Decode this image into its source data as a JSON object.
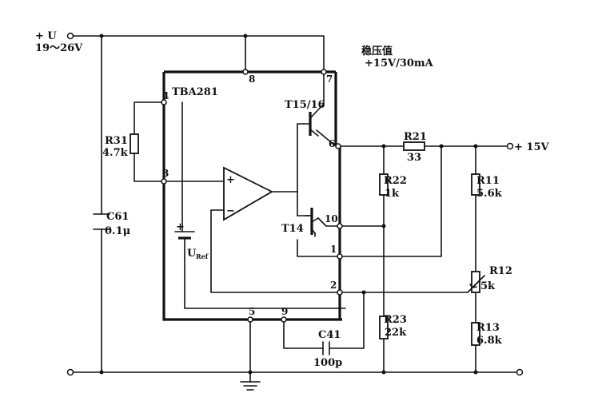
{
  "supply": {
    "label": "+ U",
    "range": "19～26V"
  },
  "regulated": {
    "title": "稳压值",
    "value": "+15V/30mA"
  },
  "output": {
    "label": "+ 15V"
  },
  "ic": {
    "name": "TBA281"
  },
  "pins": [
    "8",
    "7",
    "4",
    "3",
    "6",
    "10",
    "1",
    "2",
    "5",
    "9"
  ],
  "components": {
    "r31": {
      "name": "R31",
      "value": "4.7k"
    },
    "c61": {
      "name": "C61",
      "value": "0.1μ"
    },
    "uref": {
      "name": "U",
      "sub": "Ref"
    },
    "t1516": {
      "name": "T15/16"
    },
    "t14": {
      "name": "T14"
    },
    "r21": {
      "name": "R21",
      "value": "33"
    },
    "r22": {
      "name": "R22",
      "value": "1k"
    },
    "r11": {
      "name": "R11",
      "value": "5.6k"
    },
    "r12": {
      "name": "R12",
      "value": "5k"
    },
    "r13": {
      "name": "R13",
      "value": "6.8k"
    },
    "r23": {
      "name": "R23",
      "value": "22k"
    },
    "c41": {
      "name": "C41",
      "value": "100p"
    }
  }
}
